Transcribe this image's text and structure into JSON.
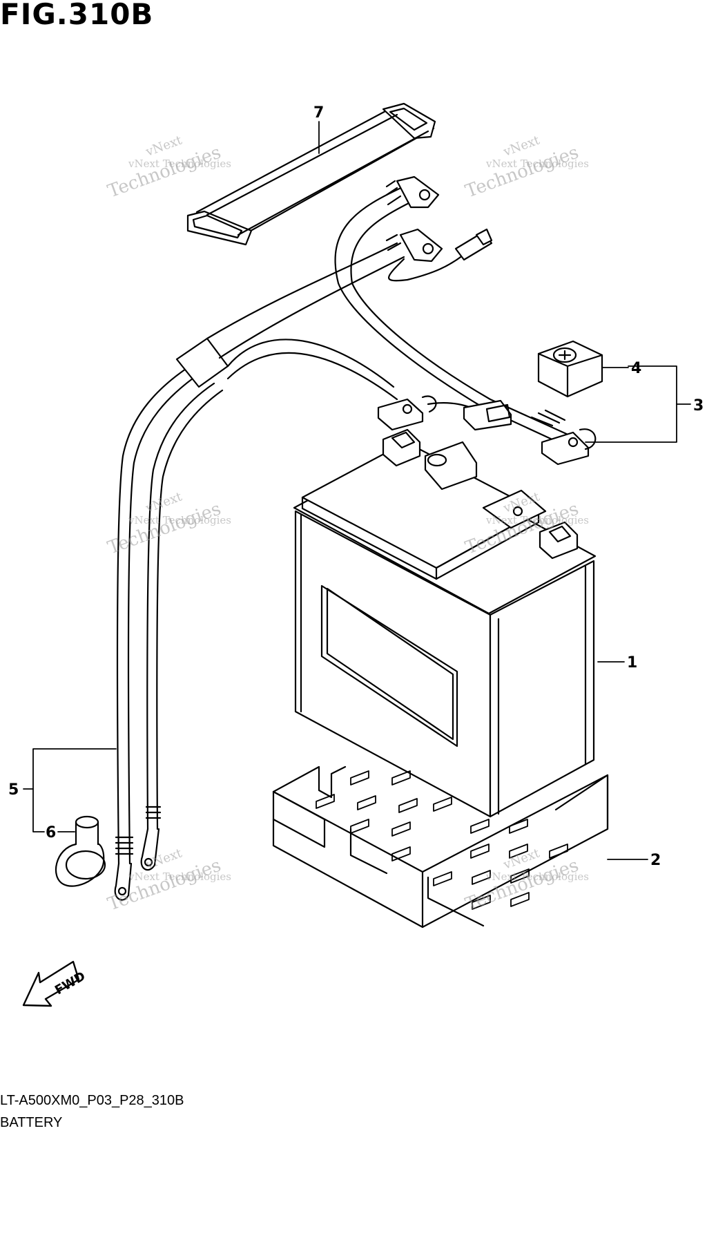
{
  "figure": {
    "title": "FIG.310B"
  },
  "callouts": {
    "c1": "1",
    "c2": "2",
    "c3": "3",
    "c4": "4",
    "c5": "5",
    "c6": "6",
    "c7": "7"
  },
  "fwd_label": "FWD",
  "watermark": {
    "line1": "vNext",
    "line2": "vNext Technologies",
    "line3": "Technologies"
  },
  "caption": {
    "code": "LT-A500XM0_P03_P28_310B",
    "name": "BATTERY"
  }
}
